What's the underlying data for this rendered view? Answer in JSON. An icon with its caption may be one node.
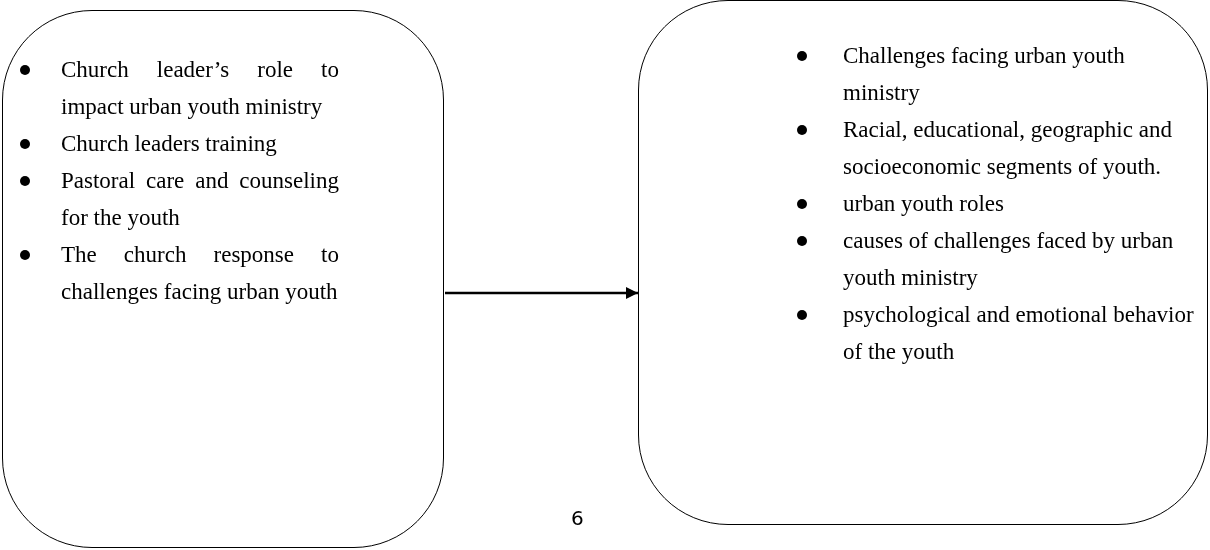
{
  "diagram": {
    "nodes": [
      {
        "text": [
          "Church leader’s role to impact urban youth ministry",
          "Church leaders training",
          "Pastoral care and counseling for the youth",
          "The church response to challenges facing urban youth"
        ]
      },
      {
        "text": [
          "Challenges facing urban youth ministry",
          "Racial, educational, geographic and socioeconomic segments of youth.",
          "urban youth roles",
          "causes of challenges faced by urban youth ministry",
          "psychological and emotional behavior of the youth"
        ]
      }
    ],
    "edges": [
      {
        "from": 0,
        "to": 1,
        "arrow": "to"
      }
    ],
    "labels": [
      "6"
    ]
  }
}
